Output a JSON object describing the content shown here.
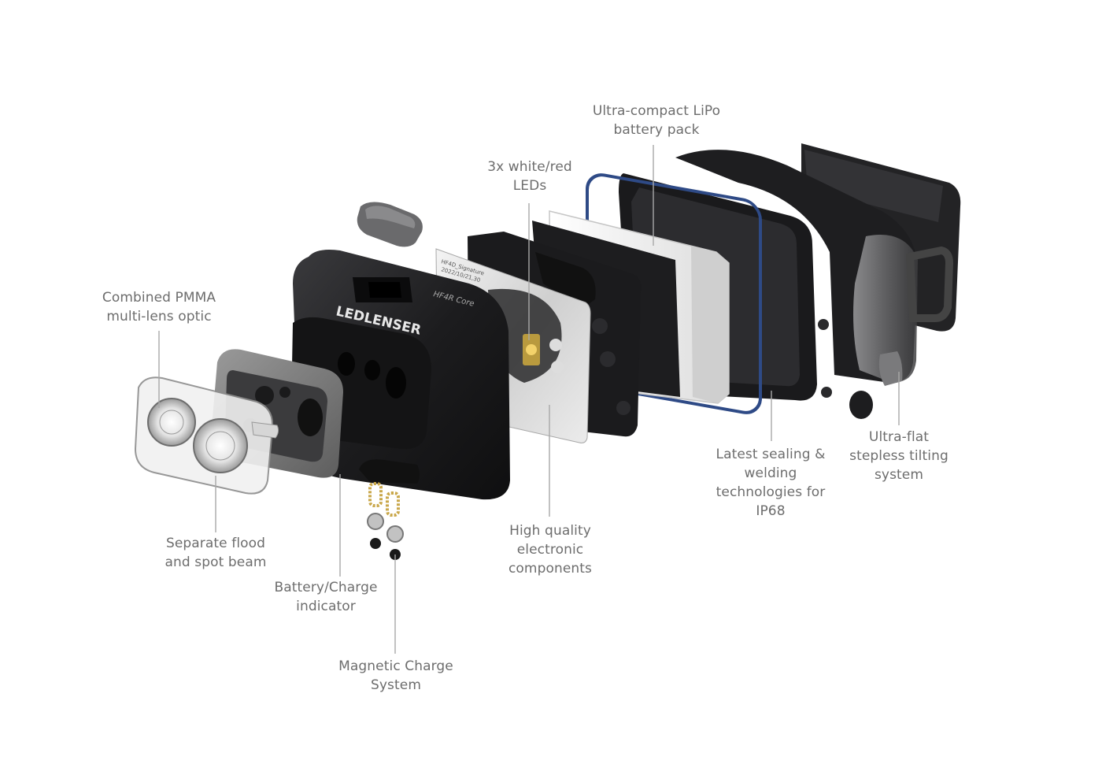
{
  "diagram": {
    "brand_logo": "LEDLENSER",
    "model_text": "HF4R Core",
    "pcb_text": [
      "HF4D_Signature",
      "2022/10/21,30"
    ],
    "colors": {
      "label_text": "#6d6d6d",
      "leader_line": "#a8a8a8",
      "housing": "#1e1e20",
      "seal_blue": "#2e4a86",
      "battery_white": "#f2f2f2",
      "pcb_silver": "#d8d8d8",
      "gold_spring": "#c9a74a"
    },
    "callouts": [
      {
        "id": "battery",
        "lines": [
          "Ultra-compact LiPo",
          "battery pack"
        ]
      },
      {
        "id": "leds",
        "lines": [
          "3x white/red",
          "LEDs"
        ]
      },
      {
        "id": "optic",
        "lines": [
          "Combined PMMA",
          "multi-lens optic"
        ]
      },
      {
        "id": "beam",
        "lines": [
          "Separate flood",
          "and spot beam"
        ]
      },
      {
        "id": "indicator",
        "lines": [
          "Battery/Charge",
          "indicator"
        ]
      },
      {
        "id": "magnetic",
        "lines": [
          "Magnetic Charge",
          "System"
        ]
      },
      {
        "id": "electronics",
        "lines": [
          "High quality",
          "electronic",
          "components"
        ]
      },
      {
        "id": "sealing",
        "lines": [
          "Latest sealing &",
          "welding",
          "technologies for",
          "IP68"
        ]
      },
      {
        "id": "tilt",
        "lines": [
          "Ultra-flat",
          "stepless tilting",
          "system"
        ]
      }
    ]
  }
}
